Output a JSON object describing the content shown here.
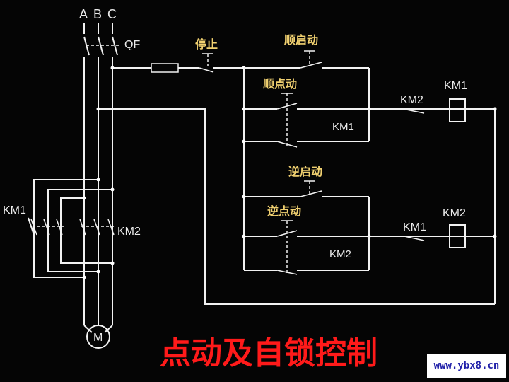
{
  "phases": [
    "A",
    "B",
    "C"
  ],
  "breaker": "QF",
  "stop_label": "停止",
  "fwd_start_label": "顺启动",
  "fwd_jog_label": "顺点动",
  "rev_start_label": "逆启动",
  "rev_jog_label": "逆点动",
  "contactors": {
    "km1": "KM1",
    "km2": "KM2"
  },
  "motor": "M",
  "title": "点动及自锁控制",
  "watermark": "www.ybx8.cn",
  "colors": {
    "background": "#050505",
    "wire": "#f2f2f2",
    "label_cn": "#f0d070",
    "title": "#ff1a1a"
  }
}
